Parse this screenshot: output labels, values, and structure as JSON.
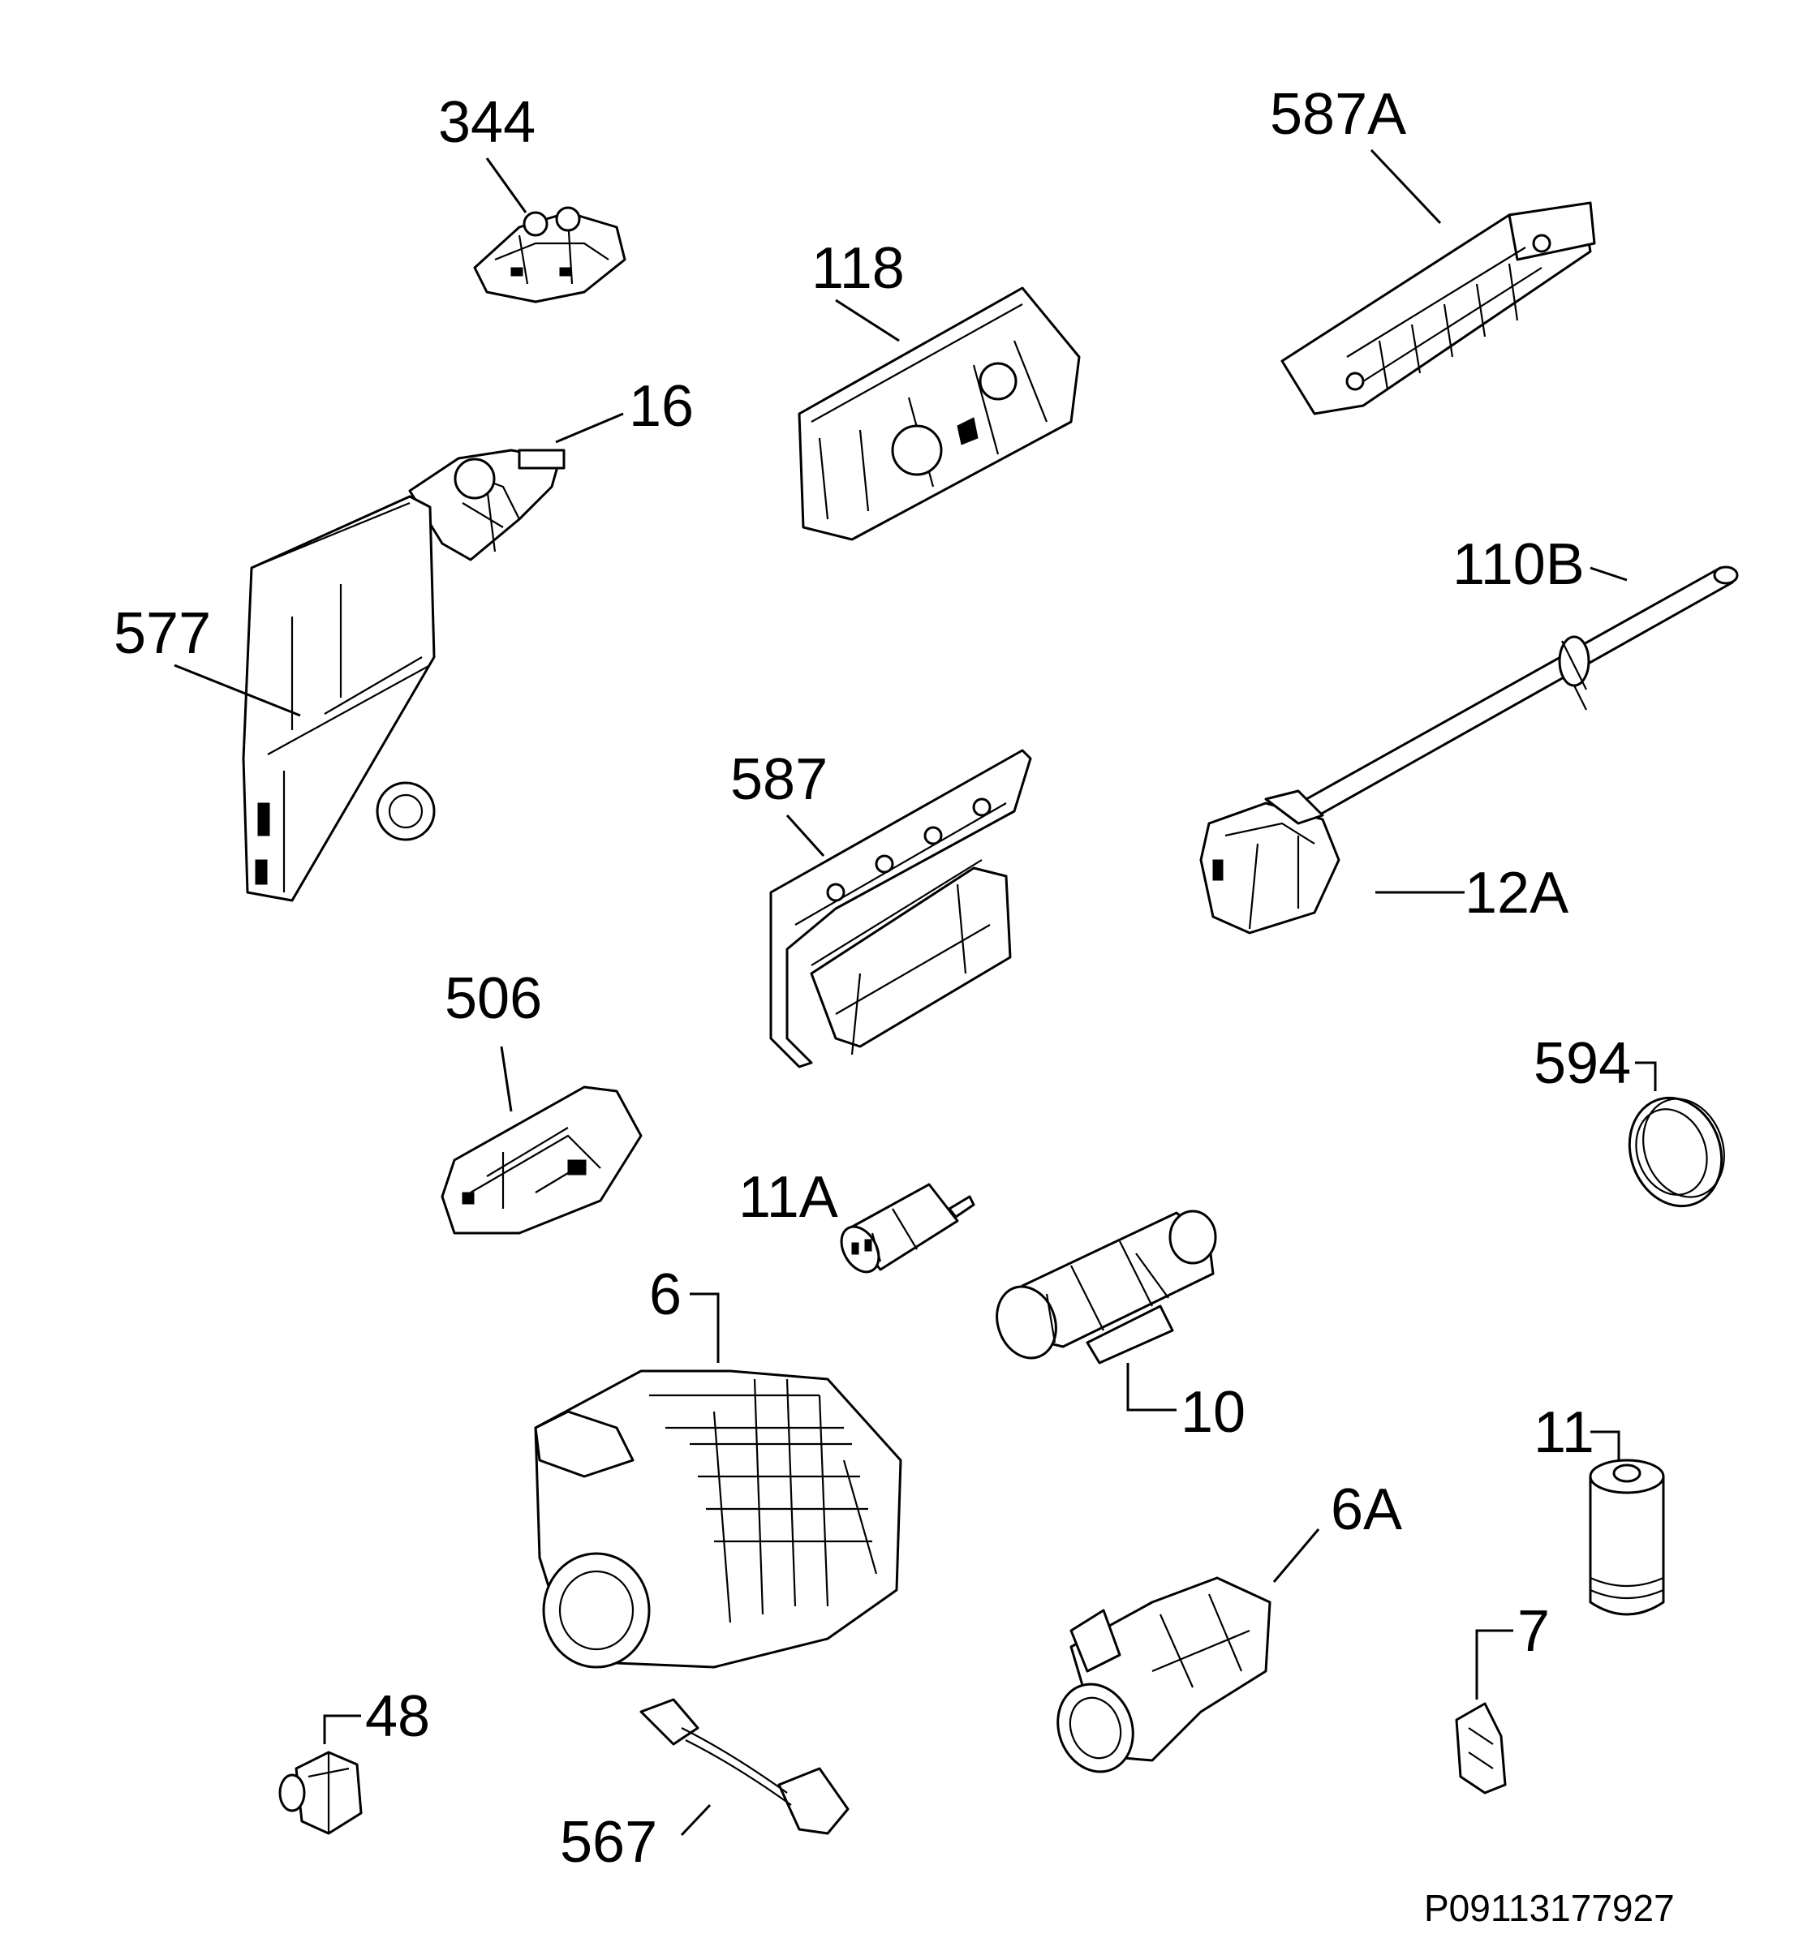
{
  "labels": {
    "p344": "344",
    "p587A": "587A",
    "p118": "118",
    "p16": "16",
    "p110B": "110B",
    "p577": "577",
    "p587": "587",
    "p12A": "12A",
    "p506": "506",
    "p594": "594",
    "p11A": "11A",
    "p6": "6",
    "p10": "10",
    "p11": "11",
    "p6A": "6A",
    "p7": "7",
    "p48": "48",
    "p567": "567"
  },
  "document_id": "P09113177927"
}
